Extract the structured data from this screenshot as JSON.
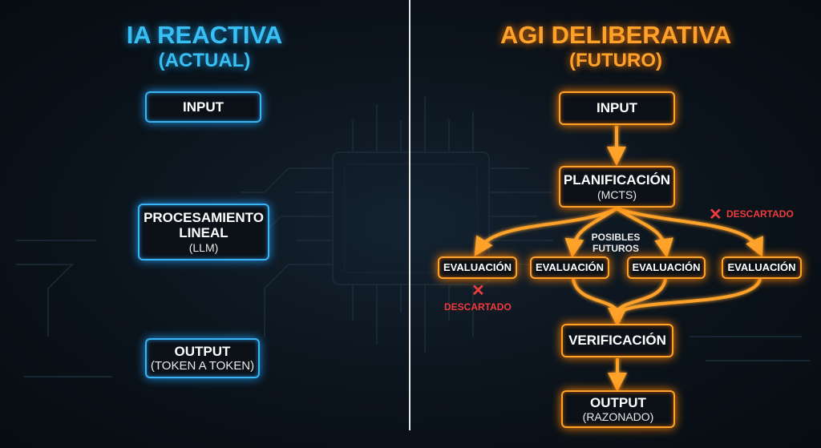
{
  "left": {
    "title": "IA REACTIVA",
    "subtitle": "(ACTUAL)",
    "input": "INPUT",
    "process_line1": "PROCESAMIENTO",
    "process_line2": "LINEAL",
    "process_sub": "(LLM)",
    "output": "OUTPUT",
    "output_sub": "(TOKEN A TOKEN)"
  },
  "right": {
    "title": "AGI DELIBERATIVA",
    "subtitle": "(FUTURO)",
    "input": "INPUT",
    "planning": "PLANIFICACIÓN",
    "planning_sub": "(MCTS)",
    "branches_label_1": "POSIBLES",
    "branches_label_2": "FUTUROS",
    "evaluations": [
      "EVALUACIÓN",
      "EVALUACIÓN",
      "EVALUACIÓN",
      "EVALUACIÓN"
    ],
    "discarded_top": "DESCARTADO",
    "discarded_left": "DESCARTADO",
    "discard_icon": "✕",
    "verification": "VERIFICACIÓN",
    "output": "OUTPUT",
    "output_sub": "(RAZONADO)"
  },
  "colors": {
    "blue": "#38c0f5",
    "orange": "#ffa22a",
    "red": "#ef3b3b"
  }
}
